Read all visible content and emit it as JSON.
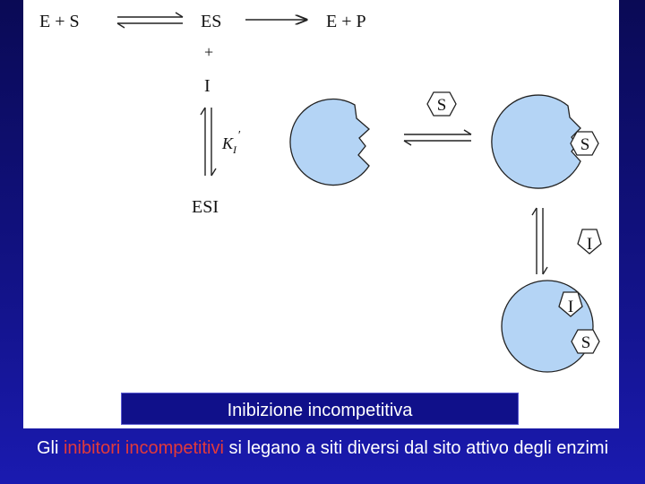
{
  "scheme": {
    "e_plus_s": "E + S",
    "es": "ES",
    "e_plus_p": "E + P",
    "plus": "+",
    "i": "I",
    "ki_symbol": "K",
    "ki_subscript": "I",
    "ki_prime": "′",
    "esi": "ESI"
  },
  "cartoon": {
    "substrate_label": "S",
    "inhibitor_label": "I"
  },
  "caption": "Inibizione incompetitiva",
  "footer": {
    "part1": "Gli ",
    "highlight": "inibitori incompetitivi",
    "part2": " si legano a siti diversi dal sito attivo degli enzimi"
  },
  "colors": {
    "enzyme_fill": "#b4d4f5",
    "highlight": "#e23a3a",
    "caption_bg": "#10108a"
  }
}
